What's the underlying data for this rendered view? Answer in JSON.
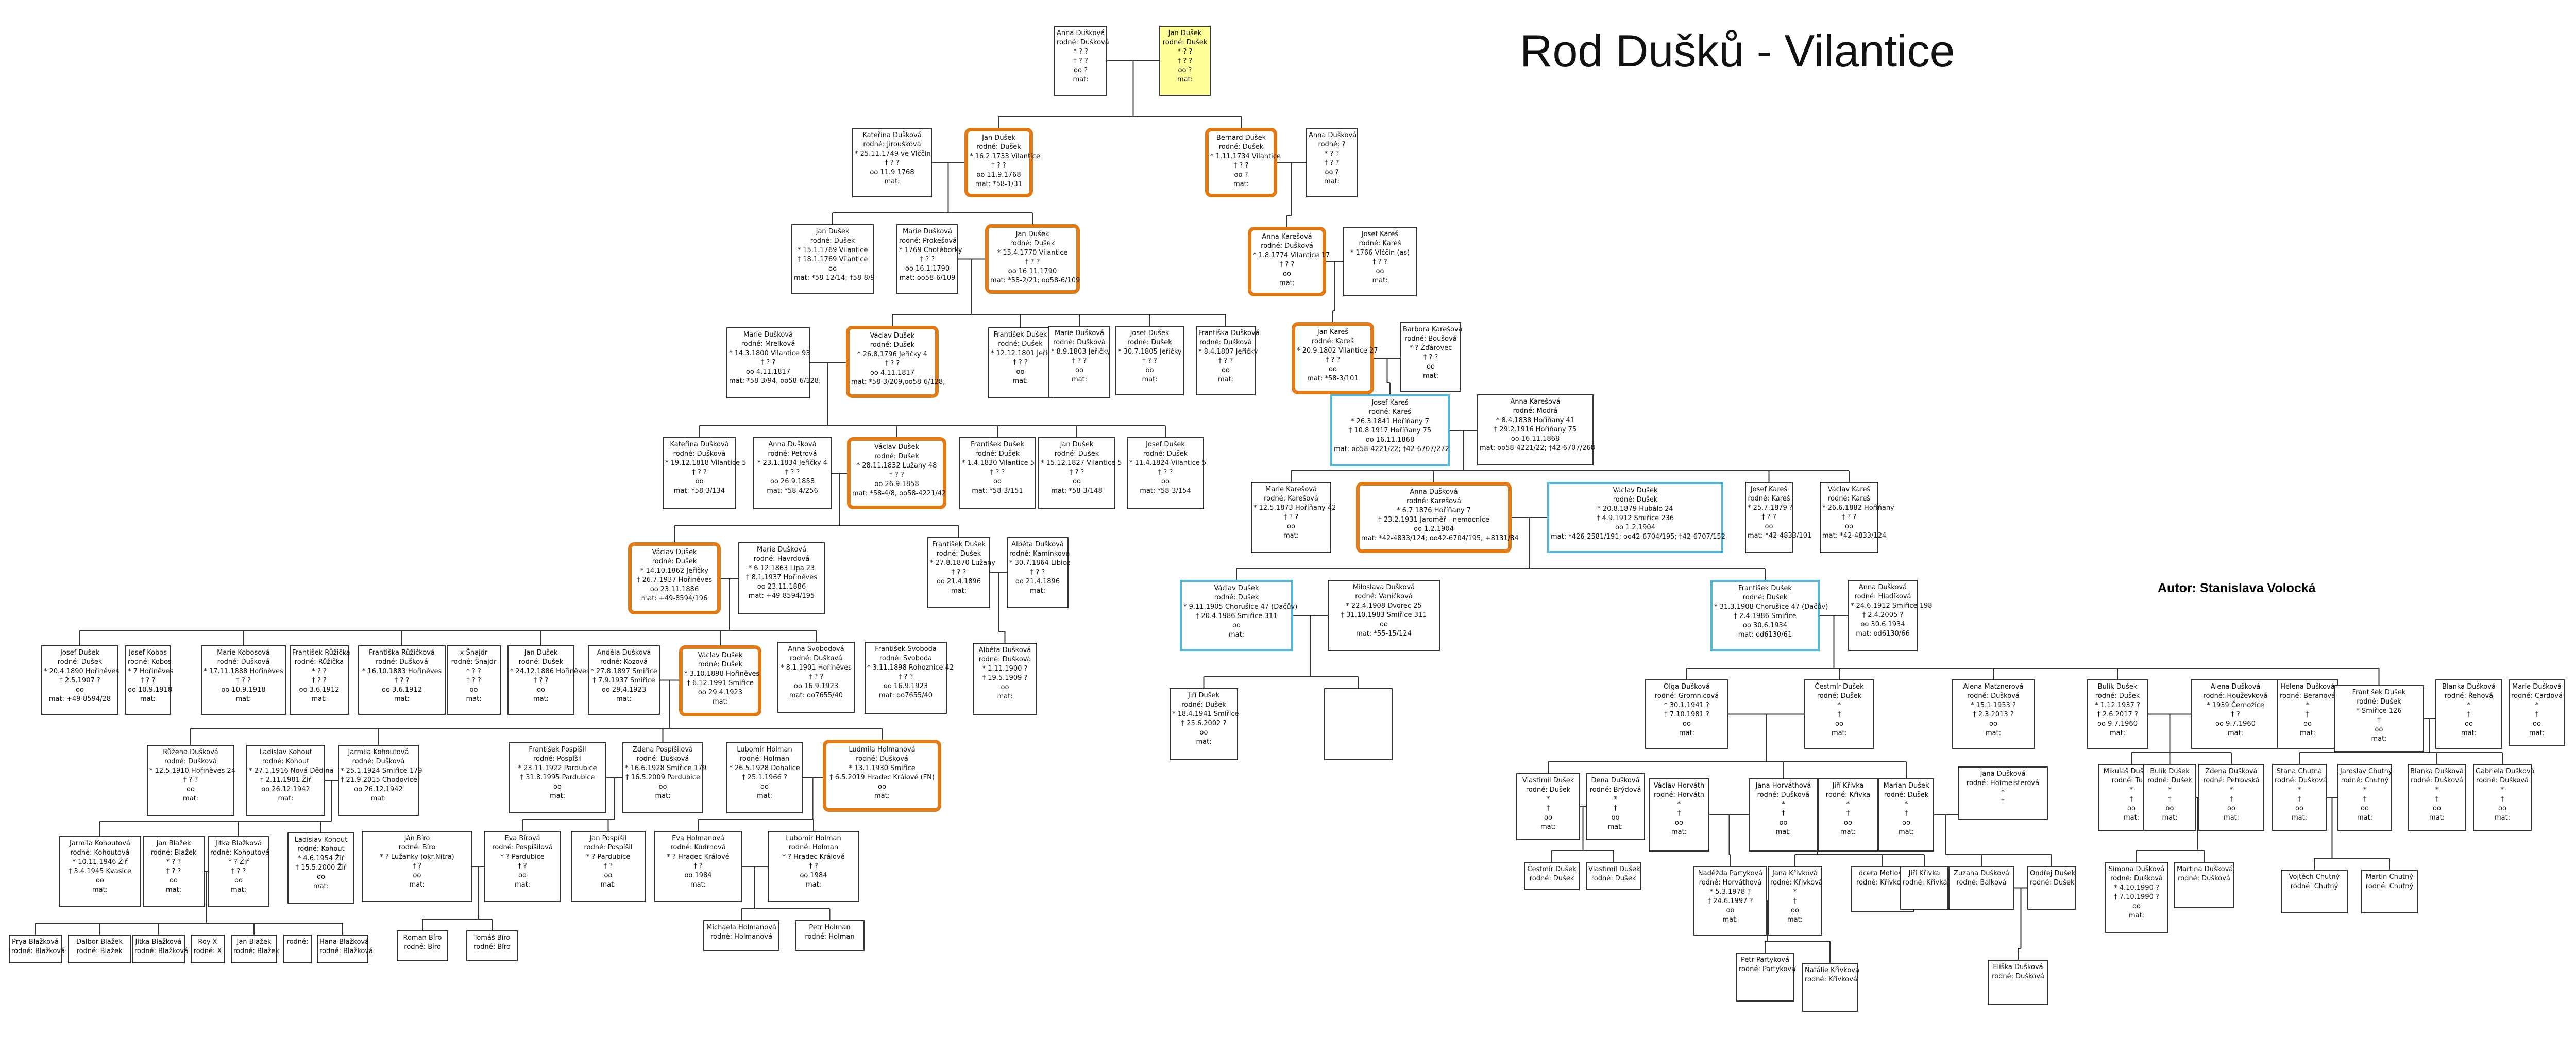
{
  "title": "Rod Dušků - Vilantice",
  "author": "Autor: Stanislava Volocká",
  "colors": {
    "highlight_border": "#e07b1a",
    "blue_border": "#55b6d6",
    "root_fill": "#ffff99"
  },
  "persons": {
    "r_anna": [
      "Anna Dušková",
      "rodné: Dušková",
      "* ? ?",
      "† ? ?",
      "oo ?",
      "mat:"
    ],
    "r_jan": [
      "Jan Dušek",
      "rodné: Dušek",
      "* ? ?",
      "† ? ?",
      "oo ?",
      "mat:"
    ],
    "katerina": [
      "Kateřina Dušková",
      "rodné: Jiroušková",
      "* 25.11.1749 ve Vlččin",
      "† ? ?",
      "oo 11.9.1768",
      "mat:"
    ],
    "jan1": [
      "Jan Dušek",
      "rodné: Dušek",
      "* 16.2.1733 Vilantice",
      "† ? ?",
      "oo 11.9.1768",
      "mat: *58-1/31"
    ],
    "bernard": [
      "Bernard Dušek",
      "rodné: Dušek",
      "* 1.11.1734 Vilantice",
      "† ? ?",
      "oo ?",
      "mat:"
    ],
    "annaD": [
      "Anna Dušková",
      "rodné: ?",
      "* ? ?",
      "† ? ?",
      "oo ?",
      "mat:"
    ],
    "jan2a": [
      "Jan Dušek",
      "rodné: Dušek",
      "* 15.1.1769 Vilantice",
      "† 18.1.1769 Vilantice",
      "oo",
      "mat: *58-12/14; †58-8/9"
    ],
    "mariePk": [
      "Marie Dušková",
      "rodné: Prokešová",
      "* 1769 Chotěborky",
      "† ? ?",
      "oo 16.1.1790",
      "mat: oo58-6/109"
    ],
    "jan2b": [
      "Jan Dušek",
      "rodné: Dušek",
      "* 15.4.1770 Vilantice",
      "† ? ?",
      "oo 16.11.1790",
      "mat: *58-2/21; oo58-6/109"
    ],
    "annaK1": [
      "Anna Karešová",
      "rodné: Dušková",
      "* 1.8.1774 Vilantice 17",
      "† ? ?",
      "oo",
      "mat:"
    ],
    "josefK1": [
      "Josef Kareš",
      "rodné: Kareš",
      "* 1766 Vlččin (as)",
      "† ? ?",
      "oo",
      "mat:"
    ],
    "marieM": [
      "Marie Dušková",
      "rodné: Mrelková",
      "* 14.3.1800 Vilantice 93",
      "† ? ?",
      "oo 4.11.1817",
      "mat: *58-3/94, oo58-6/128,"
    ],
    "vaclav1": [
      "Václav Dušek",
      "rodné: Dušek",
      "* 26.8.1796 Jeřičky 4",
      "† ? ?",
      "oo 4.11.1817",
      "mat: *58-3/209,oo58-6/128,"
    ],
    "frant1": [
      "František Dušek",
      "rodné: Dušek",
      "* 12.12.1801 Jeřičky",
      "† ? ?",
      "oo",
      "mat:"
    ],
    "marieD1": [
      "Marie Dušková",
      "rodné: Dušková",
      "* 8.9.1803 Jeřičky",
      "† ? ?",
      "oo",
      "mat:"
    ],
    "josef1": [
      "Josef Dušek",
      "rodné: Dušek",
      "* 30.7.1805 Jeřičky",
      "† ? ?",
      "oo",
      "mat:"
    ],
    "frantiska1": [
      "Františka Dušková",
      "rodné: Dušková",
      "* 8.4.1807 Jeřičky",
      "† ? ?",
      "oo",
      "mat:"
    ],
    "janK": [
      "Jan Kareš",
      "rodné: Kareš",
      "* 20.9.1802 Vilantice 27",
      "† ? ?",
      "oo",
      "mat: *58-3/101"
    ],
    "barbora": [
      "Barbora Karešová",
      "rodné: Boušová",
      "* ? Žďárovec",
      "† ? ?",
      "oo",
      "mat:"
    ],
    "katerinaD2": [
      "Kateřina Dušková",
      "rodné: Dušková",
      "* 19.12.1818 Vilantice 5",
      "† ? ?",
      "oo",
      "mat: *58-3/134"
    ],
    "annaP": [
      "Anna Dušková",
      "rodné: Petrová",
      "* 23.1.1834 Jeřičky 4",
      "† ? ?",
      "oo 26.9.1858",
      "mat: *58-4/256"
    ],
    "vaclav2": [
      "Václav Dušek",
      "rodné: Dušek",
      "* 28.11.1832 Lužany 48",
      "† ? ?",
      "oo 26.9.1858",
      "mat: *58-4/8, oo58-4221/42"
    ],
    "frant2": [
      "František Dušek",
      "rodné: Dušek",
      "* 1.4.1830 Vilantice 5",
      "† ? ?",
      "oo",
      "mat: *58-3/151"
    ],
    "jan3": [
      "Jan Dušek",
      "rodné: Dušek",
      "* 15.12.1827 Vilantice 5",
      "† ? ?",
      "oo",
      "mat: *58-3/148"
    ],
    "josef2": [
      "Josef Dušek",
      "rodné: Dušek",
      "* 11.4.1824 Vilantice 5",
      "† ? ?",
      "oo",
      "mat: *58-3/154"
    ],
    "josefKb": [
      "Josef Kareš",
      "rodné: Kareš",
      "* 26.3.1841 Hoříňany 7",
      "† 10.8.1917 Hoříňany 75",
      "oo 16.11.1868",
      "mat: oo58-4221/22; †42-6707/272"
    ],
    "annaKm": [
      "Anna Karešová",
      "rodné: Modrá",
      "* 8.4.1838 Hoříňany 41",
      "† 29.2.1916 Hoříňany 75",
      "oo 16.11.1868",
      "mat: oo58-4221/22; †42-6707/268"
    ],
    "marieK3": [
      "Marie Karešová",
      "rodné: Karešová",
      "* 12.5.1873 Hoříňany 42",
      "† ? ?",
      "oo",
      "mat:"
    ],
    "annaDK": [
      "Anna Dušková",
      "rodné: Karešová",
      "* 6.7.1876 Hoříňany 7",
      "† 23.2.1931 Jaroměř - nemocnice",
      "oo 1.2.1904",
      "mat: *42-4833/124; oo42-6704/195; +8131/84"
    ],
    "vaclav4": [
      "Václav Dušek",
      "rodné: Dušek",
      "* 20.8.1879 Hubálo 24",
      "† 4.9.1912 Smiřice 236",
      "oo 1.2.1904",
      "mat: *426-2581/191; oo42-6704/195; †42-6707/152"
    ],
    "josefK3": [
      "Josef Kareš",
      "rodné: Kareš",
      "* 25.7.1879 ?",
      "† ? ?",
      "oo",
      "mat: *42-4833/101"
    ],
    "vaclavK3": [
      "Václav Kareš",
      "rodné: Kareš",
      "* 26.6.1882 Hoříňany",
      "† ? ?",
      "oo",
      "mat: *42-4833/124"
    ],
    "vaclav3": [
      "Václav Dušek",
      "rodné: Dušek",
      "* 14.10.1862 Jeřičky",
      "† 26.7.1937 Hořiněves",
      "oo 23.11.1886",
      "mat: +49-8594/196"
    ],
    "marieH": [
      "Marie Dušková",
      "rodné: Havrdová",
      "* 6.12.1863 Lipa 23",
      "† 8.1.1937 Hořiněves",
      "oo 23.11.1886",
      "mat: +49-8594/195"
    ],
    "frantL": [
      "František Dušek",
      "rodné: Dušek",
      "* 27.8.1870 Lužany",
      "† ? ?",
      "oo 21.4.1896",
      "mat:"
    ],
    "albeta": [
      "Alběta Dušková",
      "rodné: Kamínková",
      "* 30.7.1864 Libice",
      "† ? ?",
      "oo 21.4.1896",
      "mat:"
    ],
    "albeta2": [
      "Alběta Dušková",
      "rodné: Dušková",
      "* 1.11.1900 ?",
      "† 19.5.1909 ?",
      "oo",
      "mat:"
    ],
    "josef3": [
      "Josef Dušek",
      "rodné: Dušek",
      "* 20.4.1890 Hořiněves",
      "† 2.5.1907 ?",
      "oo",
      "mat: +49-8594/28"
    ],
    "josefKb2": [
      "Josef Kobos",
      "rodné: Kobos",
      "* 7 Hořiněves",
      "† ? ?",
      "oo 10.9.1918",
      "mat:"
    ],
    "marieK4": [
      "Marie Kobosová",
      "rodné: Dušková",
      "* 17.11.1888 Hořiněves",
      "† ? ?",
      "oo 10.9.1918",
      "mat:"
    ],
    "frantR": [
      "František Růžička",
      "rodné: Růžička",
      "* ? ?",
      "† ? ?",
      "oo 3.6.1912",
      "mat:"
    ],
    "frantiskaR": [
      "Františka Růžičková",
      "rodné: Dušková",
      "* 16.10.1883 Hořiněves",
      "† ? ?",
      "oo 3.6.1912",
      "mat:"
    ],
    "snajdr": [
      "x Šnajdr",
      "rodné: Šnajdr",
      "* ? ?",
      "† ? ?",
      "oo",
      "mat:"
    ],
    "jan4": [
      "Jan Dušek",
      "rodné: Dušek",
      "* 24.12.1886 Hořiněves",
      "† ? ?",
      "oo",
      "mat:"
    ],
    "andela": [
      "Anděla Dušková",
      "rodné: Kozová",
      "* 27.8.1897 Smiřice",
      "† 7.9.1937 Smiřice",
      "oo 29.4.1923",
      "mat:"
    ],
    "vaclav5": [
      "Václav Dušek",
      "rodné: Dušek",
      "* 3.10.1898 Hořiněves",
      "† 6.12.1991 Smiřice",
      "oo 29.4.1923",
      "mat:"
    ],
    "annaS": [
      "Anna Svobodová",
      "rodné: Dušková",
      "* 8.1.1901 Hořiněves",
      "† ? ?",
      "oo 16.9.1923",
      "mat: oo7655/40"
    ],
    "frantS": [
      "František Svoboda",
      "rodné: Svoboda",
      "* 3.11.1898 Rohoznice 42",
      "† ? ?",
      "oo 16.9.1923",
      "mat: oo7655/40"
    ],
    "vaclavD6": [
      "Václav Dušek",
      "rodné: Dušek",
      "* 9.11.1905 Chorušice 47 (Dačův)",
      "† 20.4.1986 Smiřice 311",
      "oo",
      "mat:"
    ],
    "milada": [
      "Miloslava Dušková",
      "rodné: Vaníčková",
      "* 22.4.1908 Dvorec 25",
      "† 31.10.1983 Smiřice 311",
      "oo",
      "mat: *55-15/124"
    ],
    "frantD6": [
      "František Dušek",
      "rodné: Dušek",
      "* 31.3.1908 Chorušice 47 (Dačův)",
      "† 2.4.1986 Smiřice",
      "oo 30.6.1934",
      "mat: od6130/61"
    ],
    "annaHl": [
      "Anna Dušková",
      "rodné: Hladíková",
      "* 24.6.1912 Smiřice 198",
      "† 2.4.2005 ?",
      "oo 30.6.1934",
      "mat: od6130/66"
    ],
    "jiriD7": [
      "Jiří Dušek",
      "rodné: Dušek",
      "* 18.4.1941 Smiřice",
      "† 25.6.2002 ?",
      "oo",
      "mat:"
    ],
    "blank1": [],
    "ruzena": [
      "Růžena Dušková",
      "rodné: Dušková",
      "* 12.5.1910 Hořiněves 24",
      "† ? ?",
      "oo",
      "mat:"
    ],
    "ladislavK": [
      "Ladislav Kohout",
      "rodné: Kohout",
      "* 27.1.1916 Nová Dědina",
      "† 2.11.1981 Žiŕ",
      "oo 26.12.1942",
      "mat:"
    ],
    "jarmilaK": [
      "Jarmila Kohoutová",
      "rodné: Dušková",
      "* 25.1.1924 Smiřice 179",
      "† 21.9.2015 Chodovice",
      "oo 26.12.1942",
      "mat:"
    ],
    "frantP": [
      "František Pospíšil",
      "rodné: Pospíšil",
      "* 23.11.1922 Pardubice",
      "† 31.8.1995 Pardubice",
      "oo",
      "mat:"
    ],
    "zdena": [
      "Zdena Pospíšilová",
      "rodné: Dušková",
      "* 16.6.1928 Smiřice 179",
      "† 16.5.2009 Pardubice",
      "oo",
      "mat:"
    ],
    "lubomir": [
      "Lubomír Holman",
      "rodné: Holman",
      "* 26.5.1928 Dohalice",
      "† 25.1.1966 ?",
      "oo",
      "mat:"
    ],
    "ludmila": [
      "Ludmila Holmanová",
      "rodné: Dušková",
      "* 13.1.1930 Smiřice",
      "† 6.5.2019 Hradec Králové (FN)",
      "oo",
      "mat:"
    ],
    "jarmilaK2": [
      "Jarmila Kohoutová",
      "rodné: Kohoutová",
      "* 10.11.1946 Žiŕ",
      "† 3.4.1945 Kvasice",
      "oo",
      "mat:"
    ],
    "janBl": [
      "Jan Blažek",
      "rodné: Blažek",
      "* ? ?",
      "† ? ?",
      "oo",
      "mat:"
    ],
    "jitkaBl": [
      "Jitka Blažková",
      "rodné: Kohoutová",
      "* ? Žiŕ",
      "† ? ?",
      "oo",
      "mat:"
    ],
    "ladislavK2": [
      "Ladislav Kohout",
      "rodné: Kohout",
      "* 4.6.1954 Žiŕ",
      "† 15.5.2000 Žiŕ",
      "oo",
      "mat:"
    ],
    "janBiro": [
      "Ján Bíro",
      "rodné: Bíro",
      "* ? Lužanky (okr.Nitra)",
      "† ?",
      "oo",
      "mat:"
    ],
    "eva": [
      "Eva Bírová",
      "rodné: Pospíšilová",
      "* ? Pardubice",
      "† ?",
      "oo",
      "mat:"
    ],
    "janPos": [
      "Jan Pospíšil",
      "rodné: Pospíšil",
      "* ? Pardubice",
      "† ?",
      "oo",
      "mat:"
    ],
    "evaH": [
      "Eva Holmanová",
      "rodné: Kudrnová",
      "* ? Hradec Králové",
      "† ?",
      "oo 1984",
      "mat:"
    ],
    "lubomir2": [
      "Lubomír Holman",
      "rodné: Holman",
      "* ? Hradec Králové",
      "† ?",
      "oo 1984",
      "mat:"
    ],
    "pryaB": [
      "Prya Blažková",
      "rodné: Blažková"
    ],
    "dalborB": [
      "Dalbor Blažek",
      "rodné: Blažek"
    ],
    "jitkaB2": [
      "Jitka Blažková",
      "rodné: Blažková"
    ],
    "royX": [
      "Roy X",
      "rodné: X"
    ],
    "janB2": [
      "Jan Blažek",
      "rodné: Blažek"
    ],
    "blankA": [
      "",
      "rodné:"
    ],
    "hanaB": [
      "Hana Blažková",
      "rodné: Blažková"
    ],
    "romanB": [
      "Roman Bíro",
      "rodné: Bíro"
    ],
    "tomasB": [
      "Tomáš Bíro",
      "rodné: Bíro"
    ],
    "michaela": [
      "Michaela Holmanová",
      "rodné: Holmanová"
    ],
    "petr": [
      "Petr Holman",
      "rodné: Holman"
    ],
    "olga": [
      "Olga Dušková",
      "rodné: Gromnicová",
      "* 30.1.1941 ?",
      "† 7.10.1981 ?",
      "oo",
      "mat:"
    ],
    "cestmir": [
      "Čestmír Dušek",
      "rodné: Dušek",
      "*",
      "†",
      "oo",
      "mat:"
    ],
    "alena": [
      "Alena Matznerová",
      "rodné: Dušková",
      "* 15.1.1953 ?",
      "† 2.3.2013 ?",
      "oo",
      "mat:"
    ],
    "vlastimilD": [
      "Vlastimil Dušek",
      "rodné: Dušek",
      "*",
      "†",
      "oo",
      "mat:"
    ],
    "dena": [
      "Dena Dušková",
      "rodné: Brýdová",
      "*",
      "†",
      "oo",
      "mat:"
    ],
    "cestmir2": [
      "Čestmír Dušek",
      "rodné: Dušek"
    ],
    "vlastimil2": [
      "Vlastimil Dušek",
      "rodné: Dušek"
    ],
    "vaclavH": [
      "Václav Horváth",
      "rodné: Horváth",
      "*",
      "†",
      "oo",
      "mat:"
    ],
    "janaH": [
      "Jana Horváthová",
      "rodné: Dušková",
      "*",
      "†",
      "oo",
      "mat:"
    ],
    "jiriKl": [
      "Jiří Křivka",
      "rodné: Křivka",
      "*",
      "†",
      "oo",
      "mat:"
    ],
    "marian": [
      "Marian Dušek",
      "rodné: Dušek",
      "*",
      "†",
      "oo",
      "mat:"
    ],
    "nadezda": [
      "Naděžda Partyková",
      "rodné: Horváthová",
      "* 5.3.1978 ?",
      "† 24.6.1997 ?",
      "oo",
      "mat:"
    ],
    "janaK": [
      "Jana Křivková",
      "rodné: Křivková",
      "*",
      "†",
      "oo",
      "mat:"
    ],
    "dcera": [
      "dcera Motlová",
      "rodné: Křivková"
    ],
    "jiriK2": [
      "Jiří Křivka",
      "rodné: Křivka"
    ],
    "zuzana": [
      "Zuzana Dušková",
      "rodné: Balková"
    ],
    "ondrej": [
      "Ondřej Dušek",
      "rodné: Dušek"
    ],
    "petrP": [
      "Petr Partyková",
      "rodné: Partyková"
    ],
    "natalie": [
      "Natálie Křivková",
      "rodné: Křivková"
    ],
    "eliska": [
      "Eliška Dušková",
      "rodné: Dušková"
    ],
    "janaD": [
      "Jana Dušková",
      "rodné: Hofmeisterová",
      "*",
      "†"
    ],
    "bulik": [
      "Bulík Dušek",
      "rodné: Dušek",
      "* 1.12.1937 ?",
      "† 2.6.2017 ?",
      "oo 9.7.1960",
      "mat:"
    ],
    "alenaD": [
      "Alena Dušková",
      "rodné: Houževková",
      "* 1939 Černožice",
      "† ?",
      "oo 9.7.1960",
      "mat:"
    ],
    "helena": [
      "Helena Dušková",
      "rodné: Beranová",
      "*",
      "†",
      "oo",
      "mat:"
    ],
    "frantD7": [
      "František Dušek",
      "rodné: Dušek",
      "* Smiřice 126",
      "†",
      "oo",
      "mat:"
    ],
    "blanka": [
      "Blanka Dušková",
      "rodné: Řehová",
      "*",
      "†",
      "oo",
      "mat:"
    ],
    "marie7": [
      "Marie Dušková",
      "rodné: Cardová",
      "*",
      "†",
      "oo",
      "mat:"
    ],
    "mikulas": [
      "Mikuláš Dušková",
      "rodné: Tuhá",
      "*",
      "†",
      "oo",
      "mat:"
    ],
    "bulik2": [
      "Bulík Dušek",
      "rodné: Dušek",
      "*",
      "†",
      "oo",
      "mat:"
    ],
    "zdena2": [
      "Zdena Dušková",
      "rodné: Petrovská",
      "*",
      "†",
      "oo",
      "mat:"
    ],
    "stana": [
      "Stana Chutná",
      "rodné: Dušková",
      "*",
      "†",
      "oo",
      "mat:"
    ],
    "jaroslav": [
      "Jaroslav Chutný",
      "rodné: Chutný",
      "*",
      "†",
      "oo",
      "mat:"
    ],
    "blanka2": [
      "Blanka Dušková",
      "rodné: Dušková",
      "*",
      "†",
      "oo",
      "mat:"
    ],
    "gabriela": [
      "Gabriela Dušková",
      "rodné: Dušková",
      "*",
      "†",
      "oo",
      "mat:"
    ],
    "simona": [
      "Simona Dušková",
      "rodné: Dušková",
      "* 4.10.1990 ?",
      "† 7.10.1990 ?",
      "oo",
      "mat:"
    ],
    "martina": [
      "Martina Dušková",
      "rodné: Dušková"
    ],
    "vojtech": [
      "Vojtěch Chutný",
      "rodné: Chutný"
    ],
    "martin": [
      "Martin Chutný",
      "rodné: Chutný"
    ]
  }
}
